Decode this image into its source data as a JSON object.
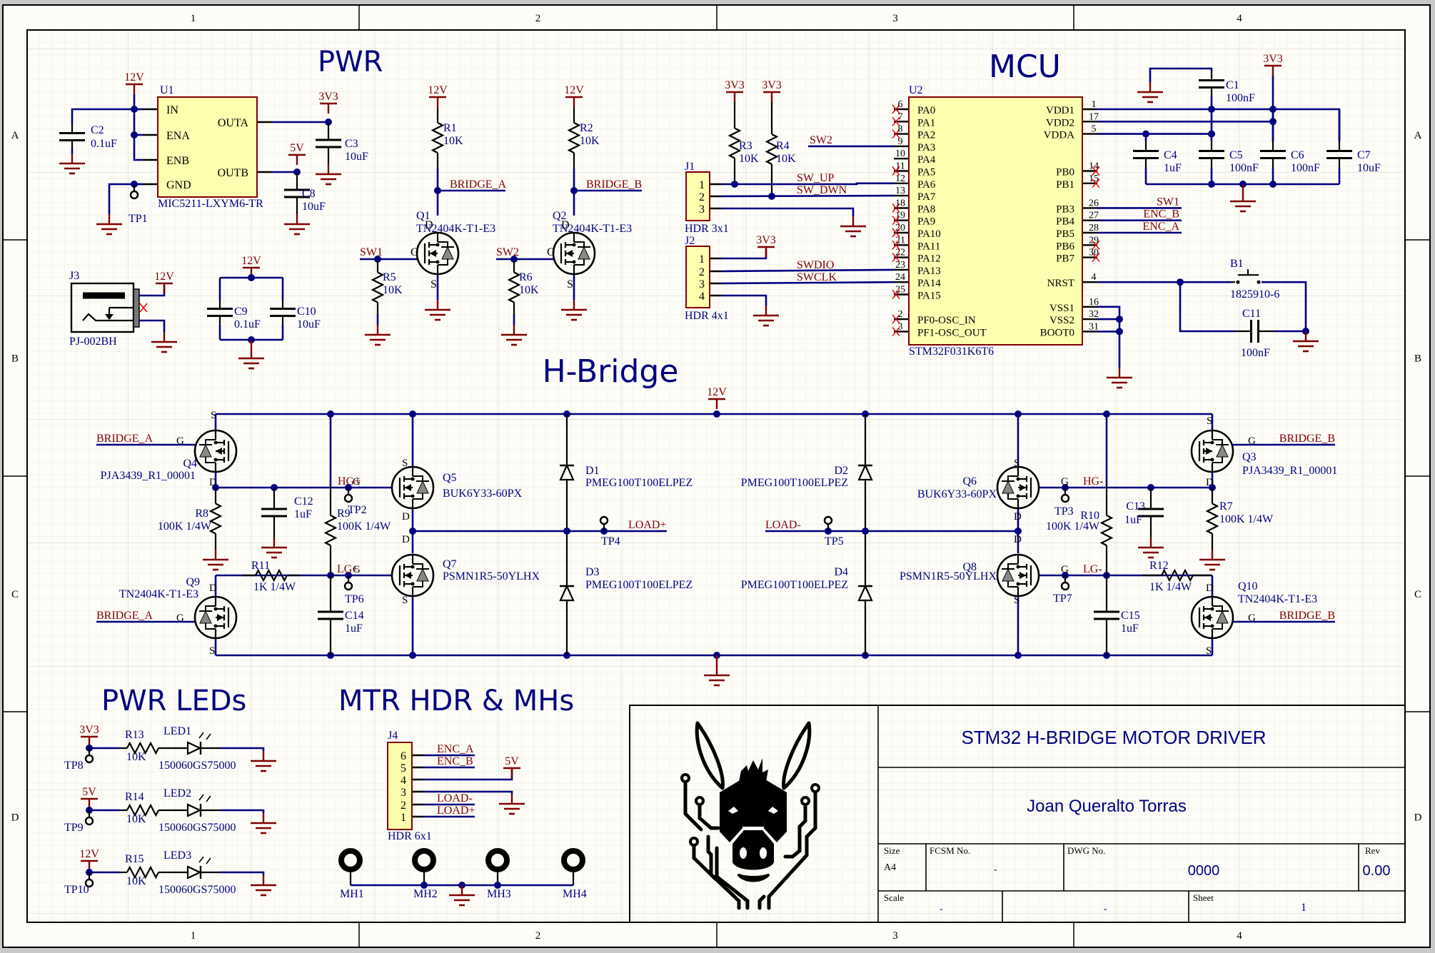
{
  "sheet": {
    "columns": [
      "1",
      "2",
      "3",
      "4"
    ],
    "rows": [
      "A",
      "B",
      "C",
      "D"
    ]
  },
  "colors": {
    "wire": "#000080",
    "net_label": "#800000",
    "component_text": "#000080",
    "body_fill": "#ffffb0",
    "body_stroke": "#800000",
    "grid_minor": "#ebebe6",
    "grid_major": "#d6d6d0",
    "paper": "#fdfcf7"
  },
  "sections": {
    "pwr": "PWR",
    "mcu": "MCU",
    "hbridge": "H-Bridge",
    "pwr_leds": "PWR LEDs",
    "mtr_hdr": "MTR HDR & MHs"
  },
  "pwr": {
    "u1": {
      "ref": "U1",
      "part": "MIC5211-LXYM6-TR",
      "pins_left": [
        "IN",
        "ENA",
        "ENB",
        "GND"
      ],
      "pins_right": [
        "OUTA",
        "OUTB"
      ]
    },
    "c2": {
      "ref": "C2",
      "value": "0.1uF"
    },
    "c3": {
      "ref": "C3",
      "value": "10uF"
    },
    "c8": {
      "ref": "C8",
      "value": "10uF"
    },
    "tp1": "TP1",
    "j3": {
      "ref": "J3",
      "part": "PJ-002BH"
    },
    "c9": {
      "ref": "C9",
      "value": "0.1uF"
    },
    "c10": {
      "ref": "C10",
      "value": "10uF"
    },
    "r1": {
      "ref": "R1",
      "value": "10K"
    },
    "r2": {
      "ref": "R2",
      "value": "10K"
    },
    "r5": {
      "ref": "R5",
      "value": "10K"
    },
    "r6": {
      "ref": "R6",
      "value": "10K"
    },
    "q1": {
      "ref": "Q1",
      "part": "TN2404K-T1-E3"
    },
    "q2": {
      "ref": "Q2",
      "part": "TN2404K-T1-E3"
    },
    "nets": {
      "v12": "12V",
      "v3v3": "3V3",
      "v5": "5V",
      "bridge_a": "BRIDGE_A",
      "bridge_b": "BRIDGE_B",
      "sw1": "SW1",
      "sw2": "SW2"
    },
    "pins": {
      "g": "G",
      "d": "D",
      "s": "S"
    }
  },
  "mcu": {
    "u2": {
      "ref": "U2",
      "part": "STM32F031K6T6"
    },
    "left_pins": [
      {
        "num": "6",
        "name": "PA0",
        "nc": true
      },
      {
        "num": "7",
        "name": "PA1",
        "nc": true
      },
      {
        "num": "8",
        "name": "PA2",
        "nc": true
      },
      {
        "num": "9",
        "name": "PA3",
        "nc": false
      },
      {
        "num": "10",
        "name": "PA4",
        "nc": false
      },
      {
        "num": "11",
        "name": "PA5",
        "nc": true
      },
      {
        "num": "12",
        "name": "PA6",
        "nc": false
      },
      {
        "num": "13",
        "name": "PA7",
        "nc": false
      },
      {
        "num": "18",
        "name": "PA8",
        "nc": true
      },
      {
        "num": "19",
        "name": "PA9",
        "nc": true
      },
      {
        "num": "20",
        "name": "PA10",
        "nc": true
      },
      {
        "num": "21",
        "name": "PA11",
        "nc": true
      },
      {
        "num": "22",
        "name": "PA12",
        "nc": true
      },
      {
        "num": "23",
        "name": "PA13",
        "nc": false
      },
      {
        "num": "24",
        "name": "PA14",
        "nc": false
      },
      {
        "num": "25",
        "name": "PA15",
        "nc": true
      },
      {
        "num": "",
        "name": "",
        "nc": false
      },
      {
        "num": "2",
        "name": "PF0-OSC_IN",
        "nc": true
      },
      {
        "num": "3",
        "name": "PF1-OSC_OUT",
        "nc": true
      }
    ],
    "right_pins": [
      {
        "num": "1",
        "name": "VDD1",
        "nc": false
      },
      {
        "num": "17",
        "name": "VDD2",
        "nc": false
      },
      {
        "num": "5",
        "name": "VDDA",
        "nc": false
      },
      {
        "num": "",
        "name": "",
        "nc": false
      },
      {
        "num": "",
        "name": "",
        "nc": false
      },
      {
        "num": "14",
        "name": "PB0",
        "nc": true
      },
      {
        "num": "15",
        "name": "PB1",
        "nc": true
      },
      {
        "num": "",
        "name": "",
        "nc": false
      },
      {
        "num": "26",
        "name": "PB3",
        "nc": false
      },
      {
        "num": "27",
        "name": "PB4",
        "nc": false
      },
      {
        "num": "28",
        "name": "PB5",
        "nc": false
      },
      {
        "num": "29",
        "name": "PB6",
        "nc": true
      },
      {
        "num": "30",
        "name": "PB7",
        "nc": true
      },
      {
        "num": "",
        "name": "",
        "nc": false
      },
      {
        "num": "4",
        "name": "NRST",
        "nc": false
      },
      {
        "num": "",
        "name": "",
        "nc": false
      },
      {
        "num": "16",
        "name": "VSS1",
        "nc": false
      },
      {
        "num": "32",
        "name": "VSS2",
        "nc": false
      },
      {
        "num": "31",
        "name": "BOOT0",
        "nc": false
      }
    ],
    "right_nets": {
      "pb3": "SW1",
      "pb4": "ENC_B",
      "pb5": "ENC_A"
    },
    "c1": {
      "ref": "C1",
      "value": "100nF"
    },
    "c4": {
      "ref": "C4",
      "value": "1uF"
    },
    "c5": {
      "ref": "C5",
      "value": "100nF"
    },
    "c6": {
      "ref": "C6",
      "value": "100nF"
    },
    "c7": {
      "ref": "C7",
      "value": "10uF"
    },
    "c11": {
      "ref": "C11",
      "value": "100nF"
    },
    "b1": {
      "ref": "B1",
      "part": "1825910-6"
    },
    "r3": {
      "ref": "R3",
      "value": "10K"
    },
    "r4": {
      "ref": "R4",
      "value": "10K"
    },
    "j1": {
      "ref": "J1",
      "part": "HDR 3x1",
      "pins": [
        "1",
        "2",
        "3"
      ]
    },
    "j2": {
      "ref": "J2",
      "part": "HDR 4x1",
      "pins": [
        "1",
        "2",
        "3",
        "4"
      ]
    },
    "nets": {
      "sw2": "SW2",
      "sw_up": "SW_UP",
      "sw_dwn": "SW_DWN",
      "swdio": "SWDIO",
      "swclk": "SWCLK",
      "v3v3": "3V3"
    }
  },
  "hbridge": {
    "rail": "12V",
    "q4": {
      "ref": "Q4",
      "part": "PJA3439_R1_00001"
    },
    "q3": {
      "ref": "Q3",
      "part": "PJA3439_R1_00001"
    },
    "q5": {
      "ref": "Q5",
      "part": "BUK6Y33-60PX"
    },
    "q6": {
      "ref": "Q6",
      "part": "BUK6Y33-60PX"
    },
    "q7": {
      "ref": "Q7",
      "part": "PSMN1R5-50YLHX"
    },
    "q8": {
      "ref": "Q8",
      "part": "PSMN1R5-50YLHX"
    },
    "q9": {
      "ref": "Q9",
      "part": "TN2404K-T1-E3"
    },
    "q10": {
      "ref": "Q10",
      "part": "TN2404K-T1-E3"
    },
    "d1": {
      "ref": "D1",
      "part": "PMEG100T100ELPEZ"
    },
    "d2": {
      "ref": "D2",
      "part": "PMEG100T100ELPEZ"
    },
    "d3": {
      "ref": "D3",
      "part": "PMEG100T100ELPEZ"
    },
    "d4": {
      "ref": "D4",
      "part": "PMEG100T100ELPEZ"
    },
    "r7": {
      "ref": "R7",
      "value": "100K 1/4W"
    },
    "r8": {
      "ref": "R8",
      "value": "100K 1/4W"
    },
    "r9": {
      "ref": "R9",
      "value": "100K 1/4W"
    },
    "r10": {
      "ref": "R10",
      "value": "100K 1/4W"
    },
    "r11": {
      "ref": "R11",
      "value": "1K 1/4W"
    },
    "r12": {
      "ref": "R12",
      "value": "1K 1/4W"
    },
    "c12": {
      "ref": "C12",
      "value": "1uF"
    },
    "c13": {
      "ref": "C13",
      "value": "1uF"
    },
    "c14": {
      "ref": "C14",
      "value": "1uF"
    },
    "c15": {
      "ref": "C15",
      "value": "1uF"
    },
    "tp2": "TP2",
    "tp3": "TP3",
    "tp4": "TP4",
    "tp5": "TP5",
    "tp6": "TP6",
    "tp7": "TP7",
    "nets": {
      "bridge_a": "BRIDGE_A",
      "bridge_b": "BRIDGE_B",
      "hg_p": "HG+",
      "lg_p": "LG+",
      "hg_n": "HG-",
      "lg_n": "LG-",
      "load_p": "LOAD+",
      "load_n": "LOAD-"
    }
  },
  "leds": [
    {
      "net": "3V3",
      "tp": "TP8",
      "r": "R13",
      "rv": "10K",
      "led": "LED1",
      "part": "150060GS75000"
    },
    {
      "net": "5V",
      "tp": "TP9",
      "r": "R14",
      "rv": "10K",
      "led": "LED2",
      "part": "150060GS75000"
    },
    {
      "net": "12V",
      "tp": "TP10",
      "r": "R15",
      "rv": "10K",
      "led": "LED3",
      "part": "150060GS75000"
    }
  ],
  "mtr": {
    "j4": {
      "ref": "J4",
      "part": "HDR 6x1",
      "pins": [
        "6",
        "5",
        "4",
        "3",
        "2",
        "1"
      ]
    },
    "nets": {
      "enc_a": "ENC_A",
      "enc_b": "ENC_B",
      "v5": "5V",
      "load_n": "LOAD-",
      "load_p": "LOAD+"
    },
    "mh": [
      "MH1",
      "MH2",
      "MH3",
      "MH4"
    ]
  },
  "title_block": {
    "title": "STM32 H-BRIDGE MOTOR DRIVER",
    "author": "Joan Queralto Torras",
    "size_label": "Size",
    "size": "A4",
    "fcsm_label": "FCSM No.",
    "fcsm": "-",
    "dwg_label": "DWG No.",
    "dwg": "0000",
    "rev_label": "Rev",
    "rev": "0.00",
    "scale_label": "Scale",
    "scale": "-",
    "scale2": "-",
    "sheet_label": "Sheet",
    "sheet": "1",
    "logo": "donkey-circuit-logo"
  }
}
